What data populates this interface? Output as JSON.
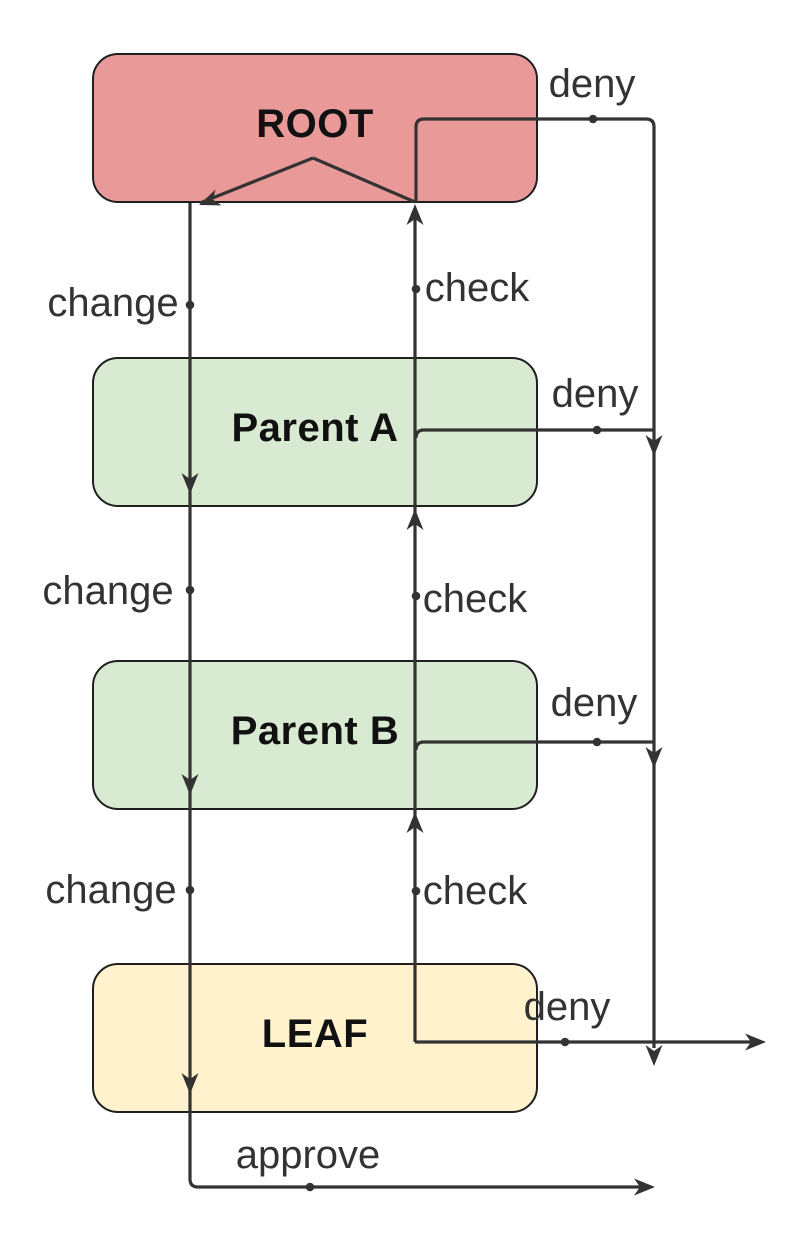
{
  "diagram": {
    "type": "flowchart",
    "background": "#ffffff",
    "line_color": "#333333",
    "node_border_color": "#1f1f1f",
    "node_label_color": "#111111",
    "edge_label_color": "#333333",
    "nodes": [
      {
        "id": "root",
        "label": "ROOT",
        "fill": "#ea9999"
      },
      {
        "id": "parent-a",
        "label": "Parent A",
        "fill": "#d9ead3"
      },
      {
        "id": "parent-b",
        "label": "Parent B",
        "fill": "#fff2cc"
      }
    ],
    "nodes_all": [
      {
        "id": "root",
        "label": "ROOT",
        "fill": "#ea9999"
      },
      {
        "id": "parent-a",
        "label": "Parent A",
        "fill": "#d9ead3"
      },
      {
        "id": "parent-b",
        "label": "Parent B",
        "fill": "#d9ead3"
      },
      {
        "id": "leaf",
        "label": "LEAF",
        "fill": "#fff2cc"
      }
    ],
    "edges": {
      "change_labels": [
        "change",
        "change",
        "change"
      ],
      "check_labels": [
        "check",
        "check",
        "check"
      ],
      "deny_labels": [
        "deny",
        "deny",
        "deny",
        "deny"
      ],
      "approve_label": "approve"
    },
    "relations": [
      {
        "from": "ROOT",
        "to": "Parent A",
        "label": "change"
      },
      {
        "from": "Parent A",
        "to": "Parent B",
        "label": "change"
      },
      {
        "from": "Parent B",
        "to": "LEAF",
        "label": "change"
      },
      {
        "from": "LEAF",
        "to": "Parent B",
        "label": "check"
      },
      {
        "from": "Parent B",
        "to": "Parent A",
        "label": "check"
      },
      {
        "from": "Parent A",
        "to": "ROOT",
        "label": "check"
      },
      {
        "from": "ROOT",
        "label": "deny"
      },
      {
        "from": "Parent A",
        "label": "deny"
      },
      {
        "from": "Parent B",
        "label": "deny"
      },
      {
        "from": "LEAF",
        "label": "deny"
      },
      {
        "from": "LEAF",
        "label": "approve"
      }
    ]
  }
}
